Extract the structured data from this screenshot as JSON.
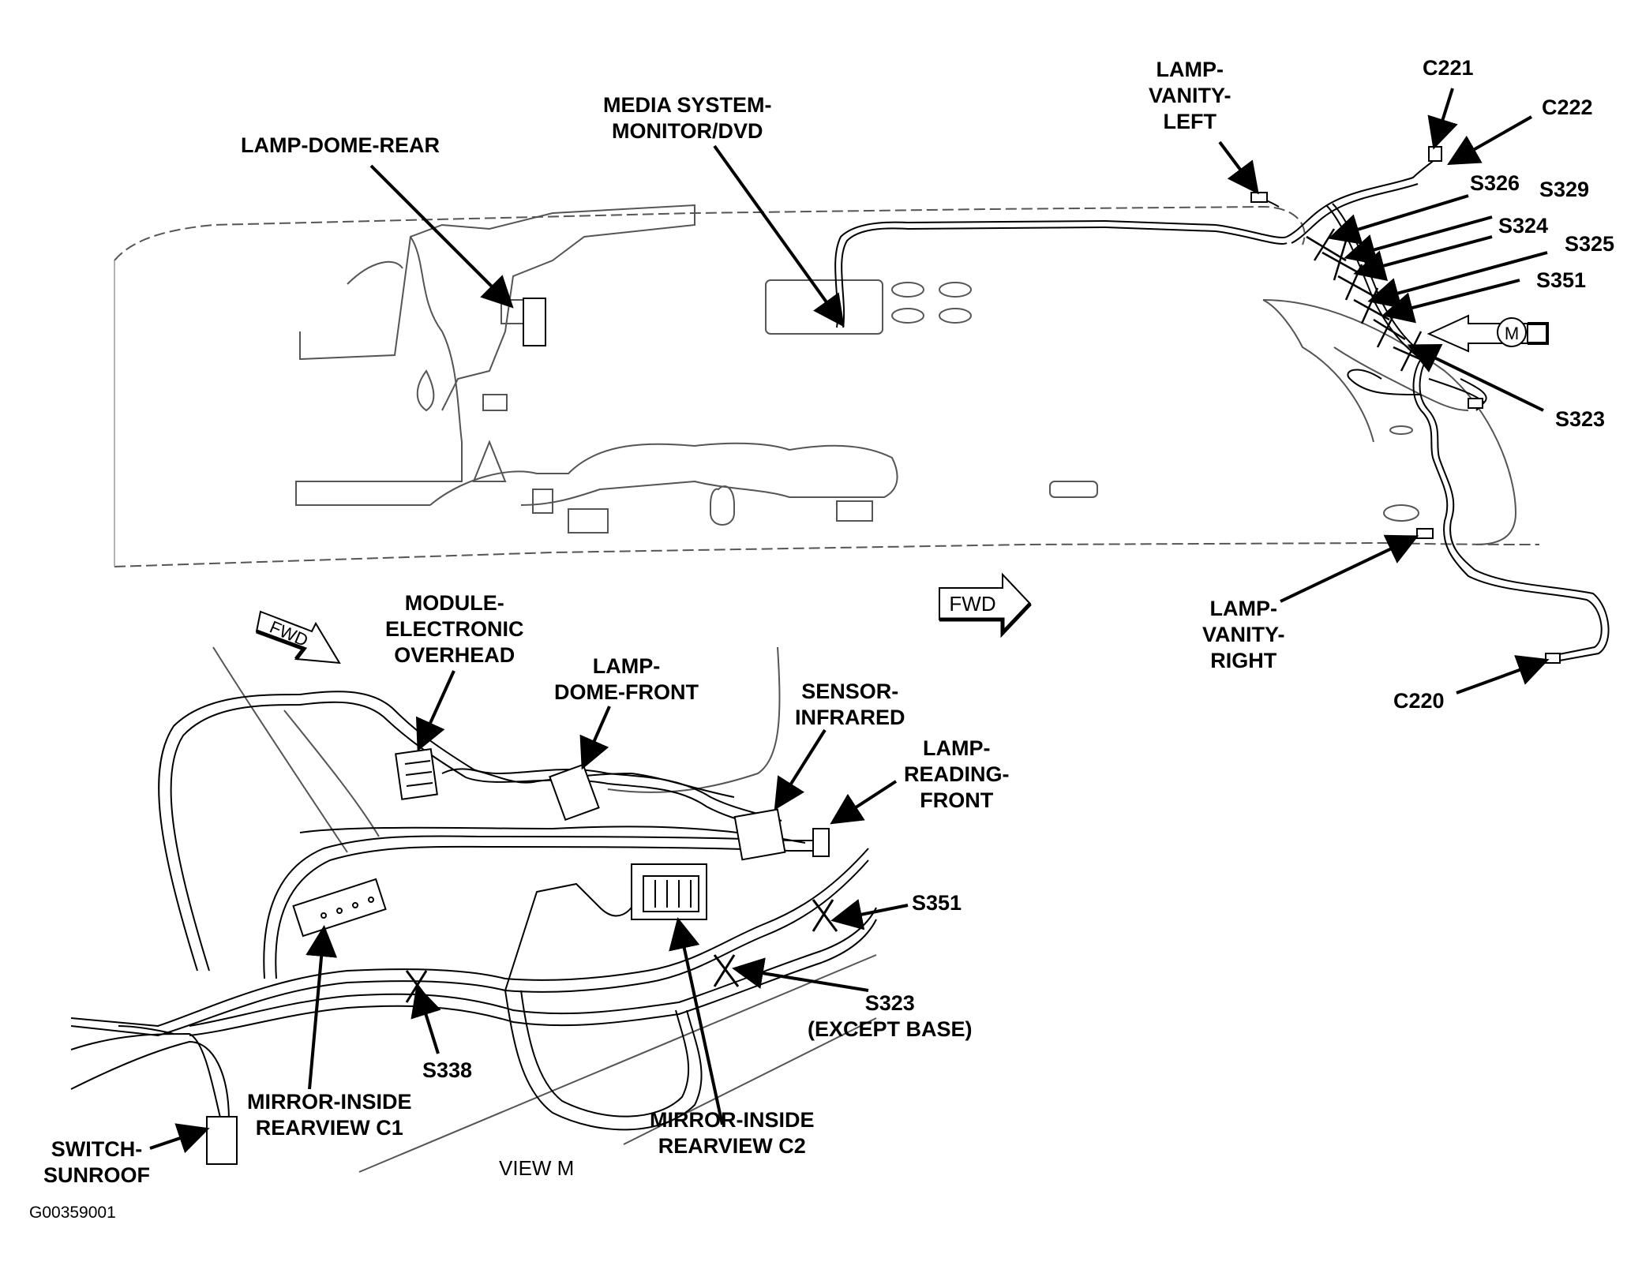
{
  "callouts": {
    "lamp_dome_rear": [
      "LAMP-DOME-REAR"
    ],
    "media_system": [
      "MEDIA SYSTEM-",
      "MONITOR/DVD"
    ],
    "lamp_vanity_left": [
      "LAMP-",
      "VANITY-",
      "LEFT"
    ],
    "c221": [
      "C221"
    ],
    "c222": [
      "C222"
    ],
    "s326": [
      "S326"
    ],
    "s329": [
      "S329"
    ],
    "s324": [
      "S324"
    ],
    "s325": [
      "S325"
    ],
    "s351_top": [
      "S351"
    ],
    "s323_top": [
      "S323"
    ],
    "lamp_vanity_right": [
      "LAMP-",
      "VANITY-",
      "RIGHT"
    ],
    "c220": [
      "C220"
    ],
    "module_overhead": [
      "MODULE-",
      "ELECTRONIC",
      "OVERHEAD"
    ],
    "lamp_dome_front": [
      "LAMP-",
      "DOME-FRONT"
    ],
    "sensor_infrared": [
      "SENSOR-",
      "INFRARED"
    ],
    "lamp_reading_front": [
      "LAMP-",
      "READING-",
      "FRONT"
    ],
    "s351_view": [
      "S351"
    ],
    "s323_view": [
      "S323",
      "(EXCEPT BASE)"
    ],
    "s338": [
      "S338"
    ],
    "mirror_c1": [
      "MIRROR-INSIDE",
      "REARVIEW C1"
    ],
    "mirror_c2": [
      "MIRROR-INSIDE",
      "REARVIEW C2"
    ],
    "switch_sunroof": [
      "SWITCH-",
      "SUNROOF"
    ]
  },
  "view_label": "VIEW M",
  "view_marker": "M",
  "fwd_label": "FWD",
  "figure_id": "G00359001",
  "colors": {
    "ink": "#000000",
    "outline": "#555555",
    "paper": "#ffffff"
  }
}
